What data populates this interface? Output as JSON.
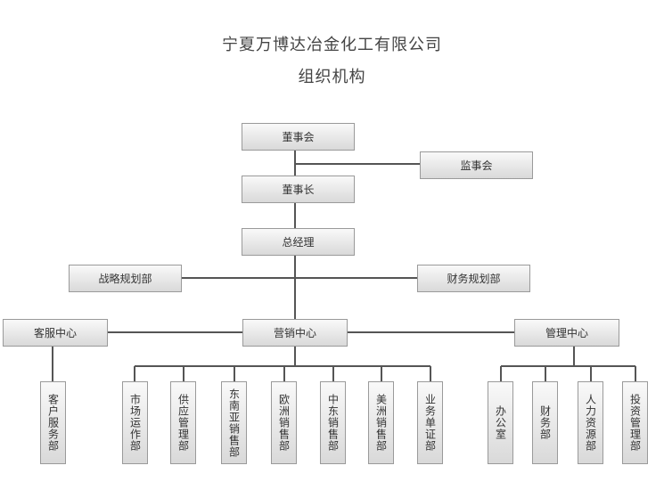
{
  "header": {
    "company": "宁夏万博达冶金化工有限公司",
    "subtitle": "组织机构"
  },
  "nodes": {
    "board": "董事会",
    "supervisors": "监事会",
    "chairman": "董事长",
    "gm": "总经理",
    "strategy": "战略规划部",
    "finance_plan": "财务规划部",
    "customer_center": "客服中心",
    "marketing_center": "营销中心",
    "management_center": "管理中心",
    "customer_service_dept": "客户服务部",
    "market_ops": "市场运作部",
    "supply": "供应管理部",
    "sea_sales": "东南亚销售部",
    "eu_sales": "欧洲销售部",
    "me_sales": "中东销售部",
    "us_sales": "美洲销售部",
    "business_docs": "业务单证部",
    "office": "办公室",
    "finance": "财务部",
    "hr": "人力资源部",
    "investment": "投资管理部"
  }
}
